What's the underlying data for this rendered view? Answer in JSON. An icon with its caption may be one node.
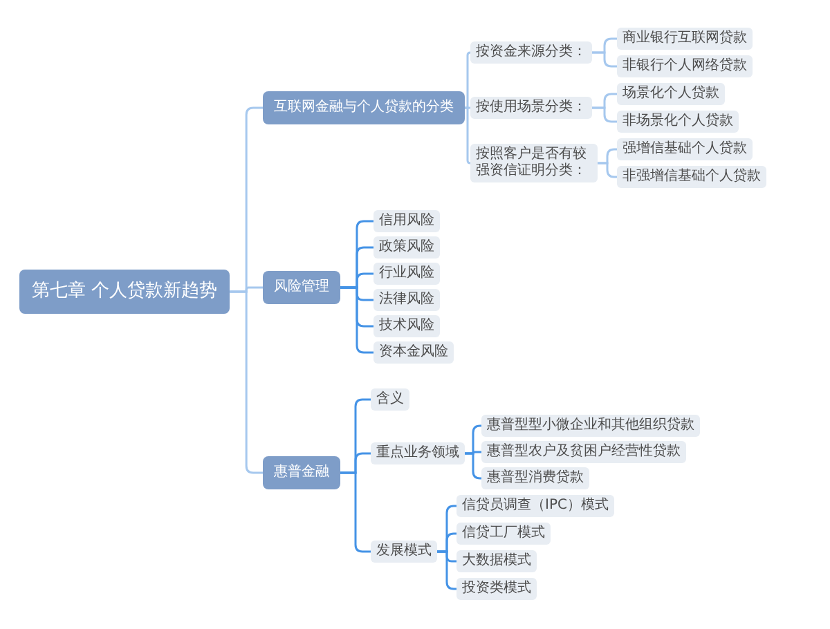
{
  "diagram": {
    "nodes": [
      {
        "text": [
          "第七章 个人贷款新趋势"
        ]
      },
      {
        "text": [
          "互联网金融与个人贷款的分类"
        ]
      },
      {
        "text": [
          "按资金来源分类："
        ]
      },
      {
        "text": [
          "商业银行互联网贷款"
        ]
      },
      {
        "text": [
          "非银行个人网络贷款"
        ]
      },
      {
        "text": [
          "按使用场景分类："
        ]
      },
      {
        "text": [
          "场景化个人贷款"
        ]
      },
      {
        "text": [
          "非场景化个人贷款"
        ]
      },
      {
        "text": [
          "按照客户是否有较强资信证明分类："
        ]
      },
      {
        "text": [
          "强增信基础个人贷款"
        ]
      },
      {
        "text": [
          "非强增信基础个人贷款"
        ]
      },
      {
        "text": [
          "风险管理"
        ]
      },
      {
        "text": [
          "信用风险"
        ]
      },
      {
        "text": [
          "政策风险"
        ]
      },
      {
        "text": [
          "行业风险"
        ]
      },
      {
        "text": [
          "法律风险"
        ]
      },
      {
        "text": [
          "技术风险"
        ]
      },
      {
        "text": [
          "资本金风险"
        ]
      },
      {
        "text": [
          "惠普金融"
        ]
      },
      {
        "text": [
          "含义"
        ]
      },
      {
        "text": [
          "重点业务领域"
        ]
      },
      {
        "text": [
          "惠普型型小微企业和其他组织贷款"
        ]
      },
      {
        "text": [
          "惠普型农户及贫困户经营性贷款"
        ]
      },
      {
        "text": [
          "惠普型消费贷款"
        ]
      },
      {
        "text": [
          "发展模式"
        ]
      },
      {
        "text": [
          "信贷员调查（IPC）模式"
        ]
      },
      {
        "text": [
          "信贷工厂模式"
        ]
      },
      {
        "text": [
          "大数据模式"
        ]
      },
      {
        "text": [
          "投资类模式"
        ]
      }
    ],
    "edges": [
      {
        "from": 0,
        "to": 1,
        "arrow": "none",
        "color": "#a6c8ee"
      },
      {
        "from": 0,
        "to": 11,
        "arrow": "none",
        "color": "#a6c8ee"
      },
      {
        "from": 0,
        "to": 18,
        "arrow": "none",
        "color": "#a6c8ee"
      },
      {
        "from": 1,
        "to": 2,
        "arrow": "none",
        "color": "#a6c8ee"
      },
      {
        "from": 1,
        "to": 5,
        "arrow": "none",
        "color": "#a6c8ee"
      },
      {
        "from": 1,
        "to": 8,
        "arrow": "none",
        "color": "#a6c8ee"
      },
      {
        "from": 2,
        "to": 3,
        "arrow": "none",
        "color": "#a6c8ee"
      },
      {
        "from": 2,
        "to": 4,
        "arrow": "none",
        "color": "#a6c8ee"
      },
      {
        "from": 5,
        "to": 6,
        "arrow": "none",
        "color": "#a6c8ee"
      },
      {
        "from": 5,
        "to": 7,
        "arrow": "none",
        "color": "#a6c8ee"
      },
      {
        "from": 8,
        "to": 9,
        "arrow": "none",
        "color": "#a6c8ee"
      },
      {
        "from": 8,
        "to": 10,
        "arrow": "none",
        "color": "#a6c8ee"
      },
      {
        "from": 11,
        "to": 12,
        "arrow": "none"
      },
      {
        "from": 11,
        "to": 13,
        "arrow": "none"
      },
      {
        "from": 11,
        "to": 14,
        "arrow": "none"
      },
      {
        "from": 11,
        "to": 15,
        "arrow": "none"
      },
      {
        "from": 11,
        "to": 16,
        "arrow": "none"
      },
      {
        "from": 11,
        "to": 17,
        "arrow": "none"
      },
      {
        "from": 18,
        "to": 19,
        "arrow": "none"
      },
      {
        "from": 18,
        "to": 20,
        "arrow": "none"
      },
      {
        "from": 18,
        "to": 24,
        "arrow": "none"
      },
      {
        "from": 20,
        "to": 21,
        "arrow": "none"
      },
      {
        "from": 20,
        "to": 22,
        "arrow": "none"
      },
      {
        "from": 20,
        "to": 23,
        "arrow": "none"
      },
      {
        "from": 24,
        "to": 25,
        "arrow": "none"
      },
      {
        "from": 24,
        "to": 26,
        "arrow": "none"
      },
      {
        "from": 24,
        "to": 27,
        "arrow": "none"
      },
      {
        "from": 24,
        "to": 28,
        "arrow": "none"
      }
    ]
  }
}
